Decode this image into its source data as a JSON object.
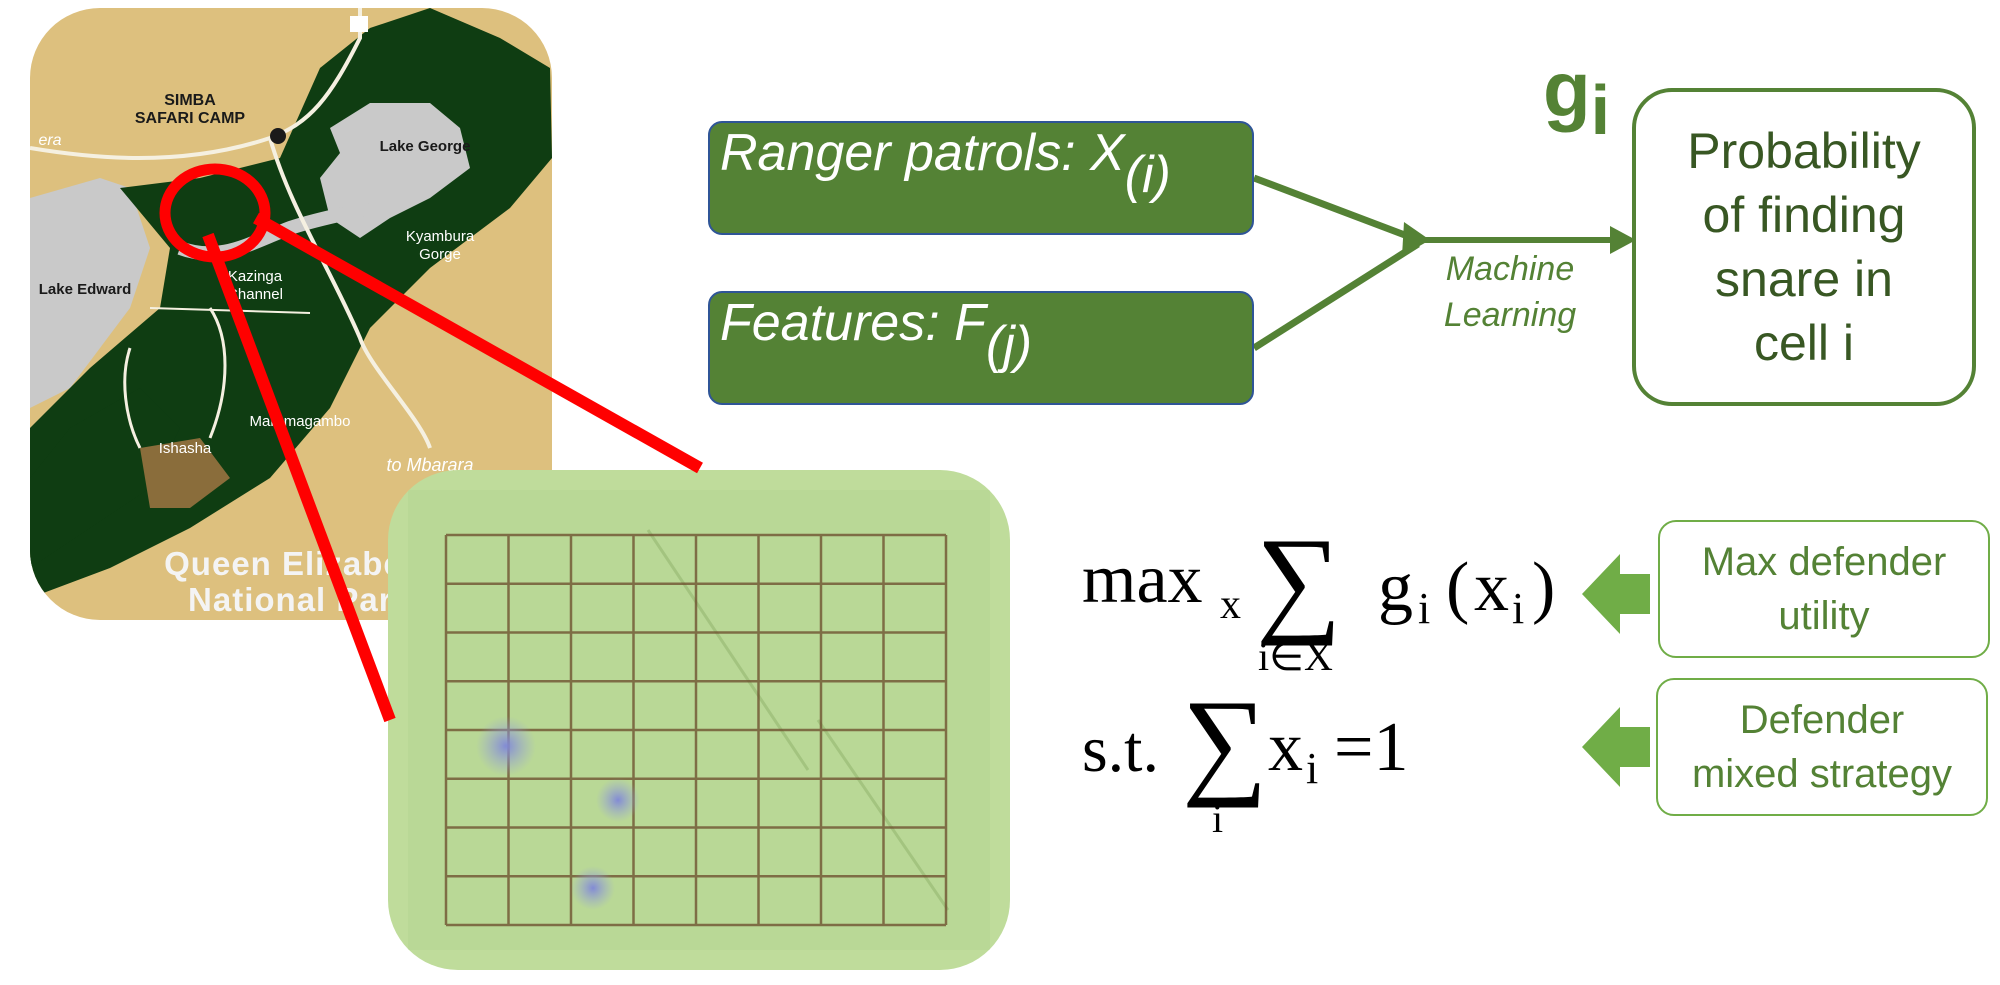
{
  "map": {
    "labels": {
      "simba": "SIMBA\nSAFARI CAMP",
      "lake_george": "Lake George",
      "lake_edward": "Lake Edward",
      "kazinga": "Kazinga\nChannel",
      "kyambura": "Kyambura\nGorge",
      "maramagambo": "Maramagambo",
      "ishasha": "Ishasha",
      "mbarara": "to Mbarara",
      "era": "era"
    },
    "park_name": "Queen Elizabeth\nNational Park",
    "colors": {
      "land": "#ddc07e",
      "forest": "#0f3d12",
      "water": "#c9c9c9",
      "highlight": "#ff0000"
    }
  },
  "inputs": {
    "patrols": {
      "label": "Ranger patrols: X",
      "sub": "(i)"
    },
    "features": {
      "label": "Features: F",
      "sub": "(j)"
    }
  },
  "ml_label": "Machine\nLearning",
  "g_symbol": {
    "base": "g",
    "sub": "i"
  },
  "probability_box": "Probability\nof finding\nsnare in\ncell i",
  "notes": {
    "max_utility": "Max defender\nutility",
    "mixed_strategy": "Defender\nmixed strategy"
  },
  "equation": {
    "objective": {
      "op": "max",
      "op_sub": "x",
      "sum_sub": "i∈X",
      "g": "g",
      "g_sub": "i",
      "arg_x": "x",
      "arg_sub": "i"
    },
    "constraint": {
      "st": "s.t.",
      "sum_sub": "i",
      "x": "x",
      "x_sub": "i",
      "rhs": "=1"
    }
  },
  "colors": {
    "accent_green": "#548235",
    "box_border": "#2f5597",
    "arrow_red": "#ff0000"
  }
}
